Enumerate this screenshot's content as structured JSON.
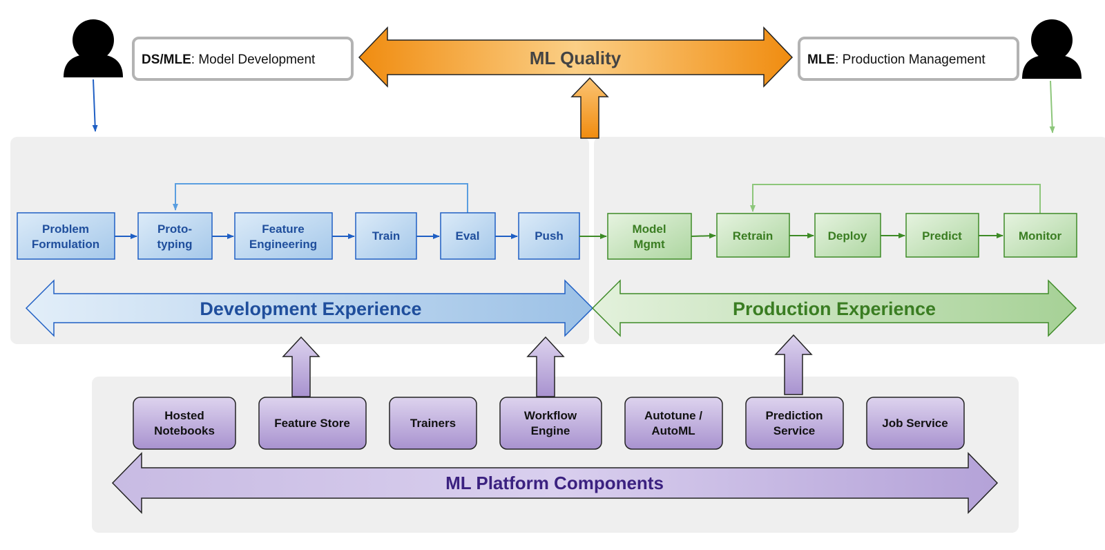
{
  "header": {
    "left_role": {
      "bold": "DS/MLE",
      "text": ": Model Development"
    },
    "right_role": {
      "bold": "MLE",
      "text": ": Production Management"
    },
    "quality_label": "ML Quality"
  },
  "dev_steps": [
    {
      "line1": "Problem",
      "line2": "Formulation"
    },
    {
      "line1": "Proto-",
      "line2": "typing"
    },
    {
      "line1": "Feature",
      "line2": "Engineering"
    },
    {
      "line1": "Train",
      "line2": ""
    },
    {
      "line1": "Eval",
      "line2": ""
    },
    {
      "line1": "Push",
      "line2": ""
    }
  ],
  "prod_steps": [
    {
      "line1": "Model",
      "line2": "Mgmt"
    },
    {
      "line1": "Retrain",
      "line2": ""
    },
    {
      "line1": "Deploy",
      "line2": ""
    },
    {
      "line1": "Predict",
      "line2": ""
    },
    {
      "line1": "Monitor",
      "line2": ""
    }
  ],
  "dev_experience_label": "Development Experience",
  "prod_experience_label": "Production Experience",
  "platform": {
    "components": [
      {
        "line1": "Hosted",
        "line2": "Notebooks"
      },
      {
        "line1": "Feature Store",
        "line2": ""
      },
      {
        "line1": "Trainers",
        "line2": ""
      },
      {
        "line1": "Workflow",
        "line2": "Engine"
      },
      {
        "line1": "Autotune /",
        "line2": "AutoML"
      },
      {
        "line1": "Prediction",
        "line2": "Service"
      },
      {
        "line1": "Job Service",
        "line2": ""
      }
    ],
    "label": "ML Platform Components"
  },
  "colors": {
    "dev_text": "#1f4e9c",
    "prod_text": "#3a7d22",
    "platform_text": "#3b2180",
    "quality": "#f39a1e"
  }
}
